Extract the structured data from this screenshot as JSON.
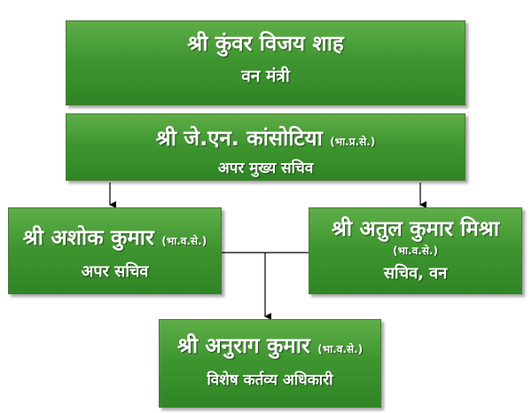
{
  "org_chart": {
    "minister": {
      "name": "श्री कुंवर विजय शाह",
      "post": "वन मंत्री"
    },
    "acs": {
      "name": "श्री जे.एन. कांसोटिया",
      "service": "(भा.प्र.से.)",
      "post": "अपर मुख्य सचिव"
    },
    "additional_secretary": {
      "name": "श्री अशोक कुमार",
      "service": "(भा.व.से.)",
      "post": "अपर सचिव"
    },
    "secretary": {
      "name": "श्री अतुल कुमार मिश्रा",
      "service": "(भा.व.से.)",
      "post": "सचिव, वन"
    },
    "osd": {
      "name": "श्री अनुराग कुमार",
      "service": "(भा.व.से.)",
      "post": "विशेष कर्तव्य अधिकारी"
    }
  },
  "colors": {
    "box_green": "#3f9630",
    "text": "#ffffff",
    "connector": "#000000"
  }
}
